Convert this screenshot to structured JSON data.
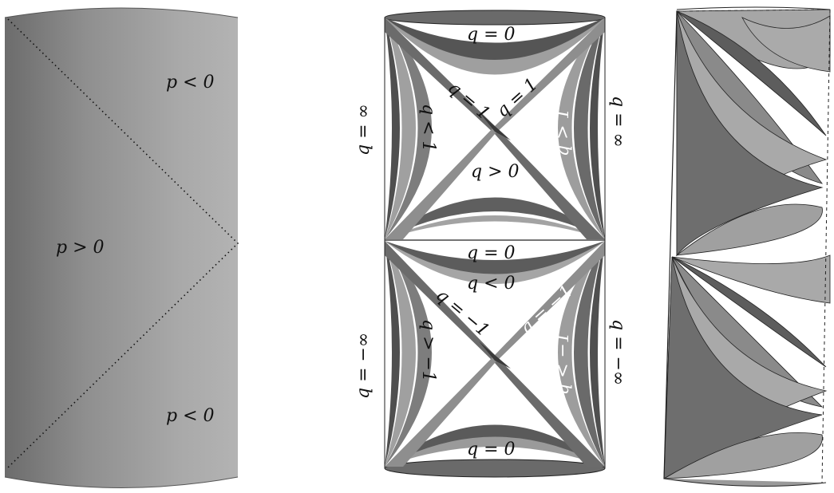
{
  "panel_left": {
    "labels": {
      "p_neg_top": "p < 0",
      "p_pos": "p > 0",
      "p_neg_bottom": "p < 0"
    }
  },
  "panel_middle": {
    "labels": {
      "q0_top": "q = 0",
      "q1_left": "q = 1",
      "q1_right": "q = 1",
      "q_gt0": "q > 0",
      "q_inf_left": "q = ∞",
      "q_inf_right": "q = ∞",
      "q_lt1": "q < 1",
      "q_gt1": "q > 1",
      "q0_mid": "q = 0",
      "q_lt0": "q < 0",
      "qm1_left": "q = −1",
      "qm1_right": "q = −1",
      "q_ninf_left": "q = −∞",
      "q_ninf_right": "q = −∞",
      "q_gtm1": "q > −1",
      "q_ltm1": "q < −1",
      "q0_bottom": "q = 0"
    }
  },
  "colors": {
    "cylinder_dark": "#6f6f6f",
    "cylinder_mid": "#9a9a9a",
    "cylinder_light": "#b4b4b4",
    "sheet_dark": "#5a5a5a",
    "sheet_light": "#a8a8a8",
    "outline": "#222222"
  }
}
